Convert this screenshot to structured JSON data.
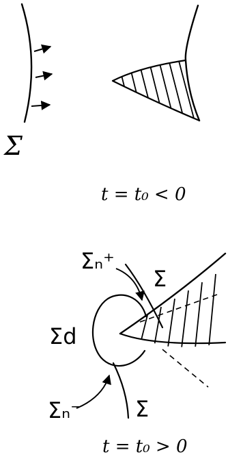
{
  "panel_top": {
    "caption": "t = t₀ < 0",
    "wavefront_label": "Σ"
  },
  "panel_bottom": {
    "caption": "t = t₀ > 0",
    "labels": {
      "sigma_n_plus": "Σₙ⁺",
      "sigma_upper": "Σ",
      "sigma_d": "Σd",
      "sigma_n_minus": "Σₙ⁻",
      "sigma_lower": "Σ"
    }
  }
}
